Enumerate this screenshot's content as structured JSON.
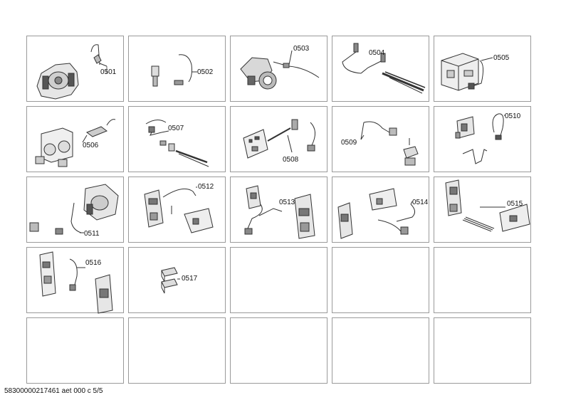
{
  "parts": [
    {
      "code": "0501",
      "icon": "motor-assembly-icon"
    },
    {
      "code": "0502",
      "icon": "pressure-switch-hose-icon"
    },
    {
      "code": "0503",
      "icon": "drain-pump-icon"
    },
    {
      "code": "0504",
      "icon": "heater-element-icon"
    },
    {
      "code": "0505",
      "icon": "control-module-icon"
    },
    {
      "code": "0506",
      "icon": "inlet-valve-icon"
    },
    {
      "code": "0507",
      "icon": "heater-wiring-icon"
    },
    {
      "code": "0508",
      "icon": "circuit-board-icon"
    },
    {
      "code": "0509",
      "icon": "sensor-cable-icon"
    },
    {
      "code": "0510",
      "icon": "door-lock-icon"
    },
    {
      "code": "0511",
      "icon": "motor-cable-icon"
    },
    {
      "code": "0512",
      "icon": "power-module-harness-icon"
    },
    {
      "code": "0513",
      "icon": "valve-harness-icon"
    },
    {
      "code": "0514",
      "icon": "module-harness-icon"
    },
    {
      "code": "0515",
      "icon": "ribbon-cable-icon"
    },
    {
      "code": "0516",
      "icon": "electronic-board-icon"
    },
    {
      "code": "0517",
      "icon": "filter-block-icon"
    }
  ],
  "footer": "58300000217461 aet 000 c 5/5"
}
